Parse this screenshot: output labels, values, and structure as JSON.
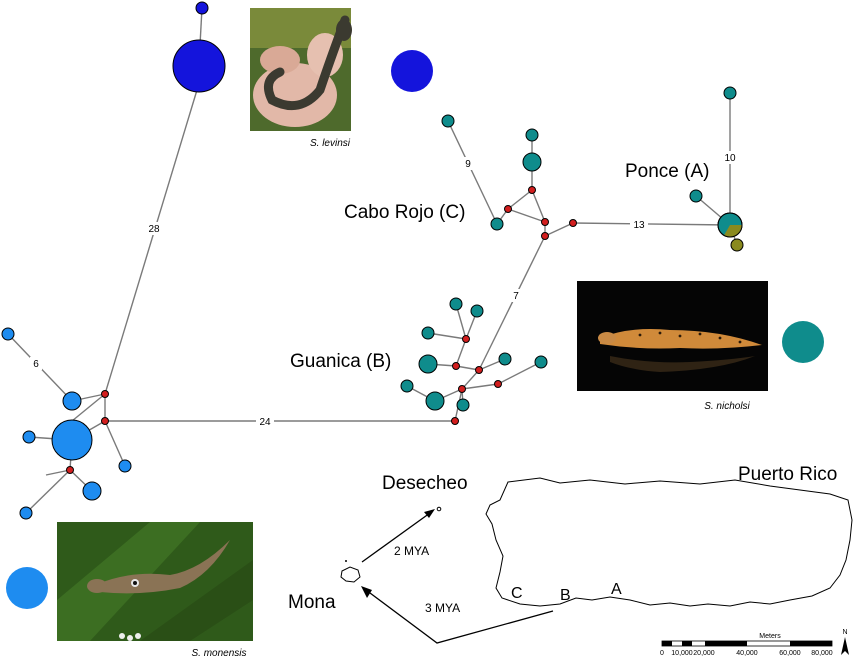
{
  "colors": {
    "levinsi": "#1414dc",
    "monensis": "#1e8cf0",
    "nicholsi": "#0f8c8c",
    "intermediate": "#d21e1e",
    "olive": "#8a8a1e",
    "edge": "#7a7a7a"
  },
  "regions": {
    "ponce": "Ponce (A)",
    "cabo_rojo": "Cabo Rojo (C)",
    "guanica": "Guanica (B)"
  },
  "edge_labels": {
    "e28": "28",
    "e24": "24",
    "e13": "13",
    "e10": "10",
    "e9": "9",
    "e7": "7",
    "e6": "6"
  },
  "photos": {
    "levinsi": {
      "caption": "S. levinsi",
      "icon": "gecko-photo"
    },
    "nicholsi": {
      "caption": "S. nicholsi",
      "icon": "gecko-photo"
    },
    "monensis": {
      "caption": "S. monensis",
      "icon": "gecko-photo"
    }
  },
  "map": {
    "island_main": "Puerto Rico",
    "island_desecheo": "Desecheo",
    "island_mona": "Mona",
    "arrow_desecheo": "2 MYA",
    "arrow_mona": "3 MYA",
    "site_a": "A",
    "site_b": "B",
    "site_c": "C",
    "scale_title": "Meters",
    "scale_ticks": [
      "0",
      "10,000",
      "20,000",
      "40,000",
      "60,000",
      "80,000"
    ],
    "north": "N"
  }
}
